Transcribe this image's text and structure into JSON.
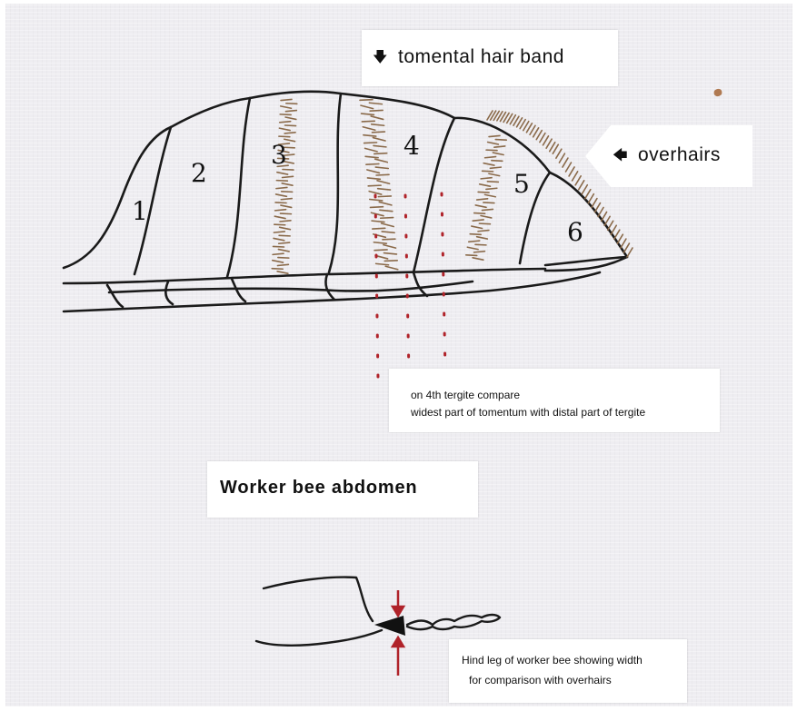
{
  "labels": {
    "tomental_hair_band": "tomental hair band",
    "overhairs": "overhairs",
    "compare_line1": "on 4th tergite compare",
    "compare_line2": "widest part of tomentum with distal part of tergite",
    "title": "Worker bee abdomen",
    "leg_line1": "Hind leg of worker bee showing width",
    "leg_line2": "for comparison with overhairs"
  },
  "segment_numbers": [
    "1",
    "2",
    "3",
    "4",
    "5",
    "6"
  ],
  "arrows": {
    "down_arrow": "🡇",
    "left_arrow": "🡄"
  },
  "colors": {
    "paper": "#eeedf1",
    "outline": "#1a1a1a",
    "hair": "#8a6a4a",
    "guide": "#b0232a"
  }
}
